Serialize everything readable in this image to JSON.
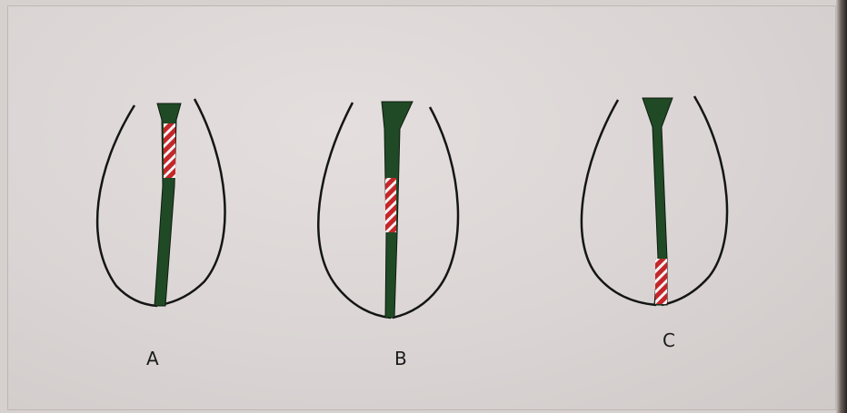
{
  "figures": [
    {
      "label": "A"
    },
    {
      "label": "B"
    },
    {
      "label": "C"
    }
  ],
  "colors": {
    "outline": "#151515",
    "tube_green": "#1f4a25",
    "striped_red": "#c4262a",
    "stripe_white": "#f3f3f3"
  }
}
